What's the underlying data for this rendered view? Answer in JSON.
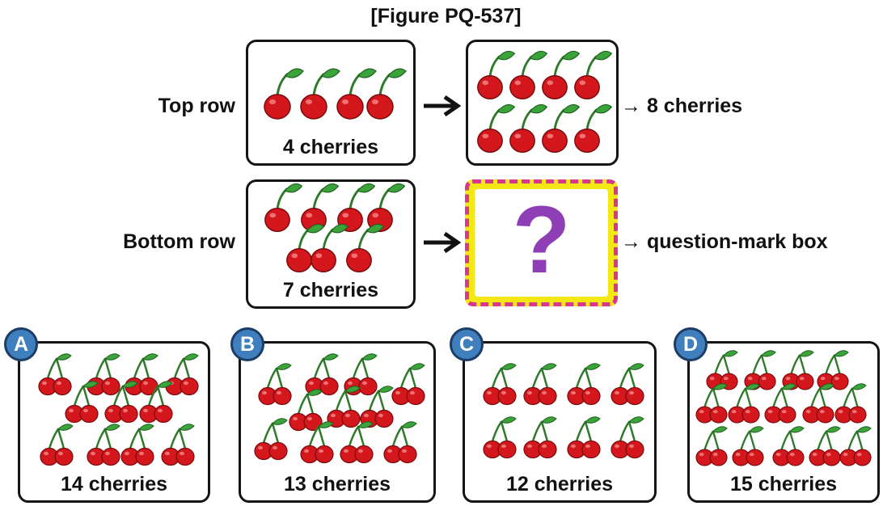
{
  "figure_title": "[Figure PQ-537]",
  "rows": {
    "top": {
      "label": "Top row",
      "left_caption": "4 cherries",
      "result": "→ 8 cherries"
    },
    "bottom": {
      "label": "Bottom row",
      "left_caption": "7 cherries",
      "unknown_symbol": "?",
      "result": "→ question-mark box"
    }
  },
  "options": [
    {
      "letter": "A",
      "caption": "14 cherries"
    },
    {
      "letter": "B",
      "caption": "13 cherries"
    },
    {
      "letter": "C",
      "caption": "12 cherries"
    },
    {
      "letter": "D",
      "caption": "15 cherries"
    }
  ],
  "colors": {
    "cherry": "#d3171c",
    "leaf": "#3aa33a",
    "stem": "#2f7a2a",
    "question_box_border": "#d6378f",
    "question_box_fill": "#f3e813",
    "question_mark": "#8f3fb5",
    "badge": "#3f7fbe"
  }
}
